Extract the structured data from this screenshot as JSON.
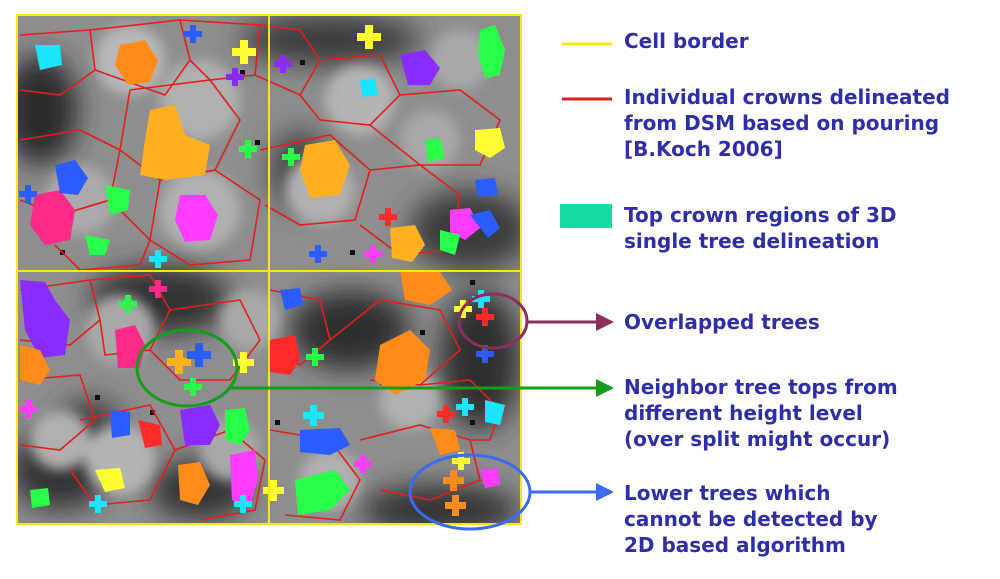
{
  "legend": {
    "cell_border": {
      "label": "Cell border",
      "color": "#f5e90c"
    },
    "crowns_dsm": {
      "label": "Individual crowns delineated\nfrom DSM based on pouring\n[B.Koch 2006]",
      "color": "#e0201c"
    },
    "top_crown": {
      "label": "Top crown regions of 3D\nsingle tree delineation",
      "color": "#14dca0"
    }
  },
  "annotations": {
    "overlapped": {
      "label": "Overlapped trees",
      "color": "#8b2f5a"
    },
    "neighbor": {
      "label": "Neighbor tree tops from\ndifferent height level\n(over split might occur)",
      "color": "#169c1c"
    },
    "lower": {
      "label": "Lower trees which\ncannot be detected by\n2D based algorithm",
      "color": "#3a6bf0"
    }
  },
  "palette": {
    "text": "#2e2ea8",
    "background": "#ffffff",
    "map_gray": "#8c8c8c",
    "crown_colors": [
      "#ff8c1a",
      "#ffb020",
      "#ff2a8a",
      "#ff3cff",
      "#8a2cff",
      "#2a5cff",
      "#19e5ff",
      "#29ff4a",
      "#ffff33",
      "#ff2b2b"
    ]
  }
}
